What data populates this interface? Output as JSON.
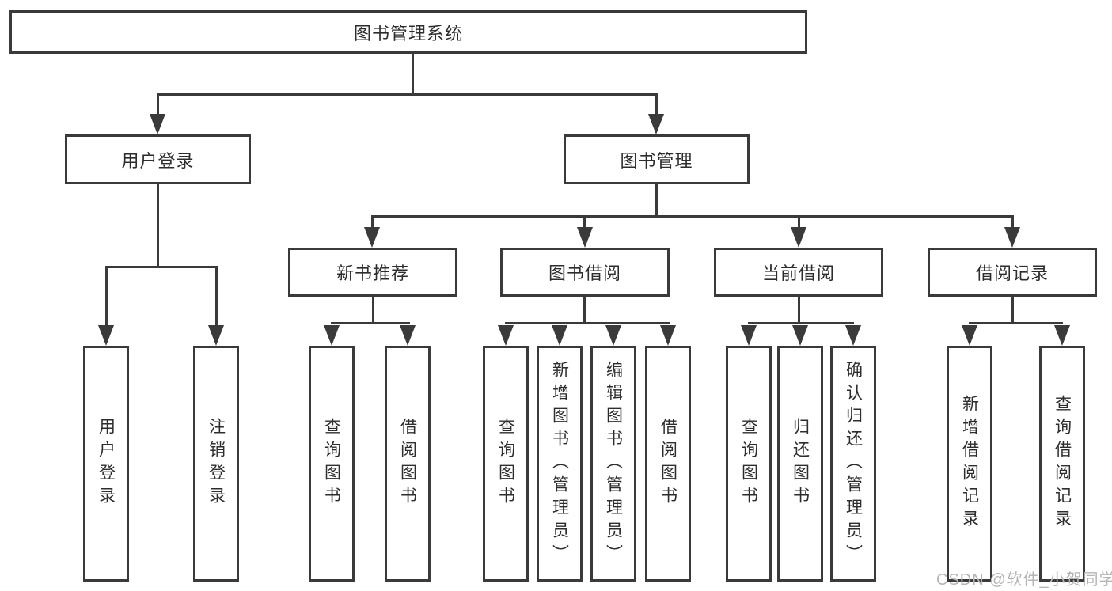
{
  "diagram_title": "图书管理系统",
  "tree": {
    "root": {
      "label": "图书管理系统",
      "children": [
        {
          "label": "用户登录",
          "children": [
            {
              "label": "用户登录"
            },
            {
              "label": "注销登录"
            }
          ]
        },
        {
          "label": "图书管理",
          "children": [
            {
              "label": "新书推荐",
              "children": [
                {
                  "label": "查询图书"
                },
                {
                  "label": "借阅图书"
                }
              ]
            },
            {
              "label": "图书借阅",
              "children": [
                {
                  "label": "查询图书"
                },
                {
                  "label": "新增图书（管理员）"
                },
                {
                  "label": "编辑图书（管理员）"
                },
                {
                  "label": "借阅图书"
                }
              ]
            },
            {
              "label": "当前借阅",
              "children": [
                {
                  "label": "查询图书"
                },
                {
                  "label": "归还图书"
                },
                {
                  "label": "确认归还（管理员）"
                }
              ]
            },
            {
              "label": "借阅记录",
              "children": [
                {
                  "label": "新增借阅记录"
                },
                {
                  "label": "查询借阅记录"
                }
              ]
            }
          ]
        }
      ]
    }
  },
  "watermark": {
    "text": "CSDN @软件_小贺同学"
  },
  "colors": {
    "line": "#3a3a3a",
    "text": "#2d2d2d",
    "box_fill": "#ffffff",
    "watermark": "#b5b5b5",
    "background": "#ffffff"
  }
}
